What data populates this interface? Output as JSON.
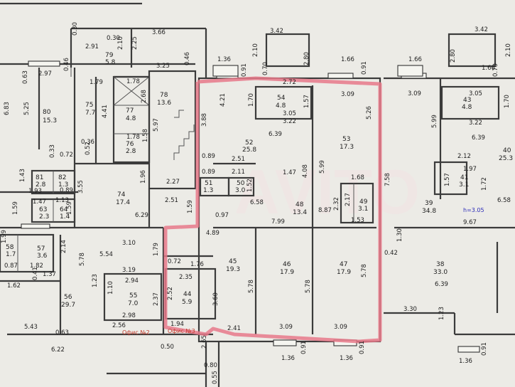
{
  "plan": {
    "watermark": "AVITO",
    "note_height": "h=3.05",
    "offices": [
      {
        "id": "office-2",
        "label": "Офис №2"
      },
      {
        "id": "office-3",
        "label": "Офис №3"
      }
    ],
    "rooms": [
      {
        "id": "80",
        "num": "80",
        "area": "15.3"
      },
      {
        "id": "79",
        "num": "79",
        "area": "5.8"
      },
      {
        "id": "78",
        "num": "78",
        "area": "13.6"
      },
      {
        "id": "77",
        "num": "77",
        "area": "4.8"
      },
      {
        "id": "76",
        "num": "76",
        "area": "2.8"
      },
      {
        "id": "75",
        "num": "75",
        "area": "7.7"
      },
      {
        "id": "74",
        "num": "74",
        "area": "17.4"
      },
      {
        "id": "81",
        "num": "81",
        "area": "2.8"
      },
      {
        "id": "82",
        "num": "82",
        "area": "1.3"
      },
      {
        "id": "63",
        "num": "63",
        "area": "2.3"
      },
      {
        "id": "64",
        "num": "64",
        "area": "1.4"
      },
      {
        "id": "58",
        "num": "58",
        "area": "1.7"
      },
      {
        "id": "57",
        "num": "57",
        "area": "3.6"
      },
      {
        "id": "56",
        "num": "56",
        "area": "29.7"
      },
      {
        "id": "55",
        "num": "55",
        "area": "7.0"
      },
      {
        "id": "44",
        "num": "44",
        "area": "5.9"
      },
      {
        "id": "45",
        "num": "45",
        "area": "19.3"
      },
      {
        "id": "46",
        "num": "46",
        "area": "17.9"
      },
      {
        "id": "47",
        "num": "47",
        "area": "17.9"
      },
      {
        "id": "48",
        "num": "48",
        "area": "13.4"
      },
      {
        "id": "49",
        "num": "49",
        "area": "3.1"
      },
      {
        "id": "50",
        "num": "50",
        "area": "3.0"
      },
      {
        "id": "51",
        "num": "51",
        "area": "1.3"
      },
      {
        "id": "52",
        "num": "52",
        "area": "25.8"
      },
      {
        "id": "53",
        "num": "53",
        "area": "17.3"
      },
      {
        "id": "54",
        "num": "54",
        "area": "4.8"
      },
      {
        "id": "39",
        "num": "39",
        "area": "34.8"
      },
      {
        "id": "38",
        "num": "38",
        "area": "33.0"
      },
      {
        "id": "40",
        "num": "40",
        "area": "25.3"
      },
      {
        "id": "41",
        "num": "41",
        "area": "3.1"
      },
      {
        "id": "43",
        "num": "43",
        "area": "4.8"
      }
    ],
    "dims": [
      "2.91",
      "0.30",
      "0.30",
      "2.10",
      "2.25",
      "3.66",
      "0.46",
      "0.46",
      "3.25",
      "2.97",
      "0.63",
      "1.79",
      "6.83",
      "5.25",
      "4.41",
      "1.78",
      "2.68",
      "1.78",
      "1.58",
      "5.97",
      "0.36",
      "0.52",
      "0.33",
      "0.72",
      "1.43",
      "1.93",
      "1.47",
      "1.13",
      "0.89",
      "3.55",
      "1.59",
      "1.59",
      "1.96",
      "2.27",
      "2.51",
      "6.29",
      "1.59",
      "1.99",
      "0.87",
      "1.82",
      "1.37",
      "1.62",
      "0.41",
      "2.14",
      "5.54",
      "3.10",
      "5.78",
      "1.79",
      "0.72",
      "1.76",
      "3.19",
      "2.94",
      "1.10",
      "2.37",
      "2.35",
      "2.52",
      "3.60",
      "2.98",
      "2.56",
      "1.94",
      "0.50",
      "2.65",
      "0.80",
      "0.55",
      "5.43",
      "0.63",
      "6.22",
      "1.23",
      "4.89",
      "0.97",
      "5.78",
      "2.41",
      "3.09",
      "5.78",
      "3.09",
      "5.78",
      "0.91",
      "1.36",
      "0.91",
      "1.36",
      "7.99",
      "1.53",
      "2.32",
      "2.17",
      "1.68",
      "8.87",
      "1.47",
      "4.08",
      "5.99",
      "5.26",
      "3.09",
      "0.91",
      "1.66",
      "2.72",
      "0.70",
      "1.57",
      "3.05",
      "3.22",
      "1.70",
      "6.39",
      "2.51",
      "2.11",
      "1.52",
      "0.89",
      "0.89",
      "4.21",
      "3.88",
      "6.58",
      "7.58",
      "3.42",
      "2.10",
      "2.80",
      "1.36",
      "0.91",
      "1.66",
      "3.09",
      "5.99",
      "1.30",
      "0.42",
      "9.67",
      "3.30",
      "6.39",
      "1.23",
      "3.42",
      "2.80",
      "2.10",
      "1.66",
      "0.70",
      "3.05",
      "1.70",
      "3.22",
      "6.39",
      "2.12",
      "1.97",
      "1.57",
      "1.72",
      "6.58",
      "1.36",
      "0.91"
    ]
  }
}
